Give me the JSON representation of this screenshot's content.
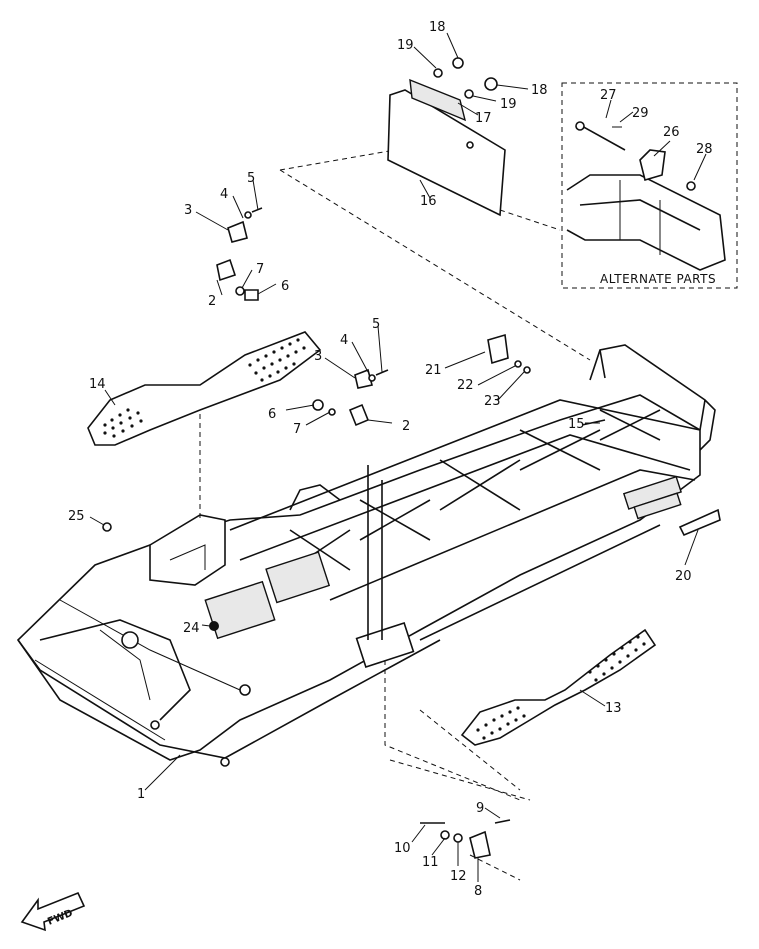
{
  "diagram": {
    "part_numbers": [
      "1",
      "2",
      "2",
      "3",
      "3",
      "4",
      "4",
      "5",
      "5",
      "6",
      "6",
      "7",
      "7",
      "8",
      "9",
      "10",
      "11",
      "12",
      "13",
      "14",
      "15",
      "16",
      "17",
      "18",
      "18",
      "19",
      "19",
      "20",
      "21",
      "22",
      "23",
      "24",
      "25",
      "26",
      "27",
      "28",
      "29"
    ],
    "alternate_parts_label": "ALTERNATE PARTS",
    "fwd_label": "FWD"
  }
}
